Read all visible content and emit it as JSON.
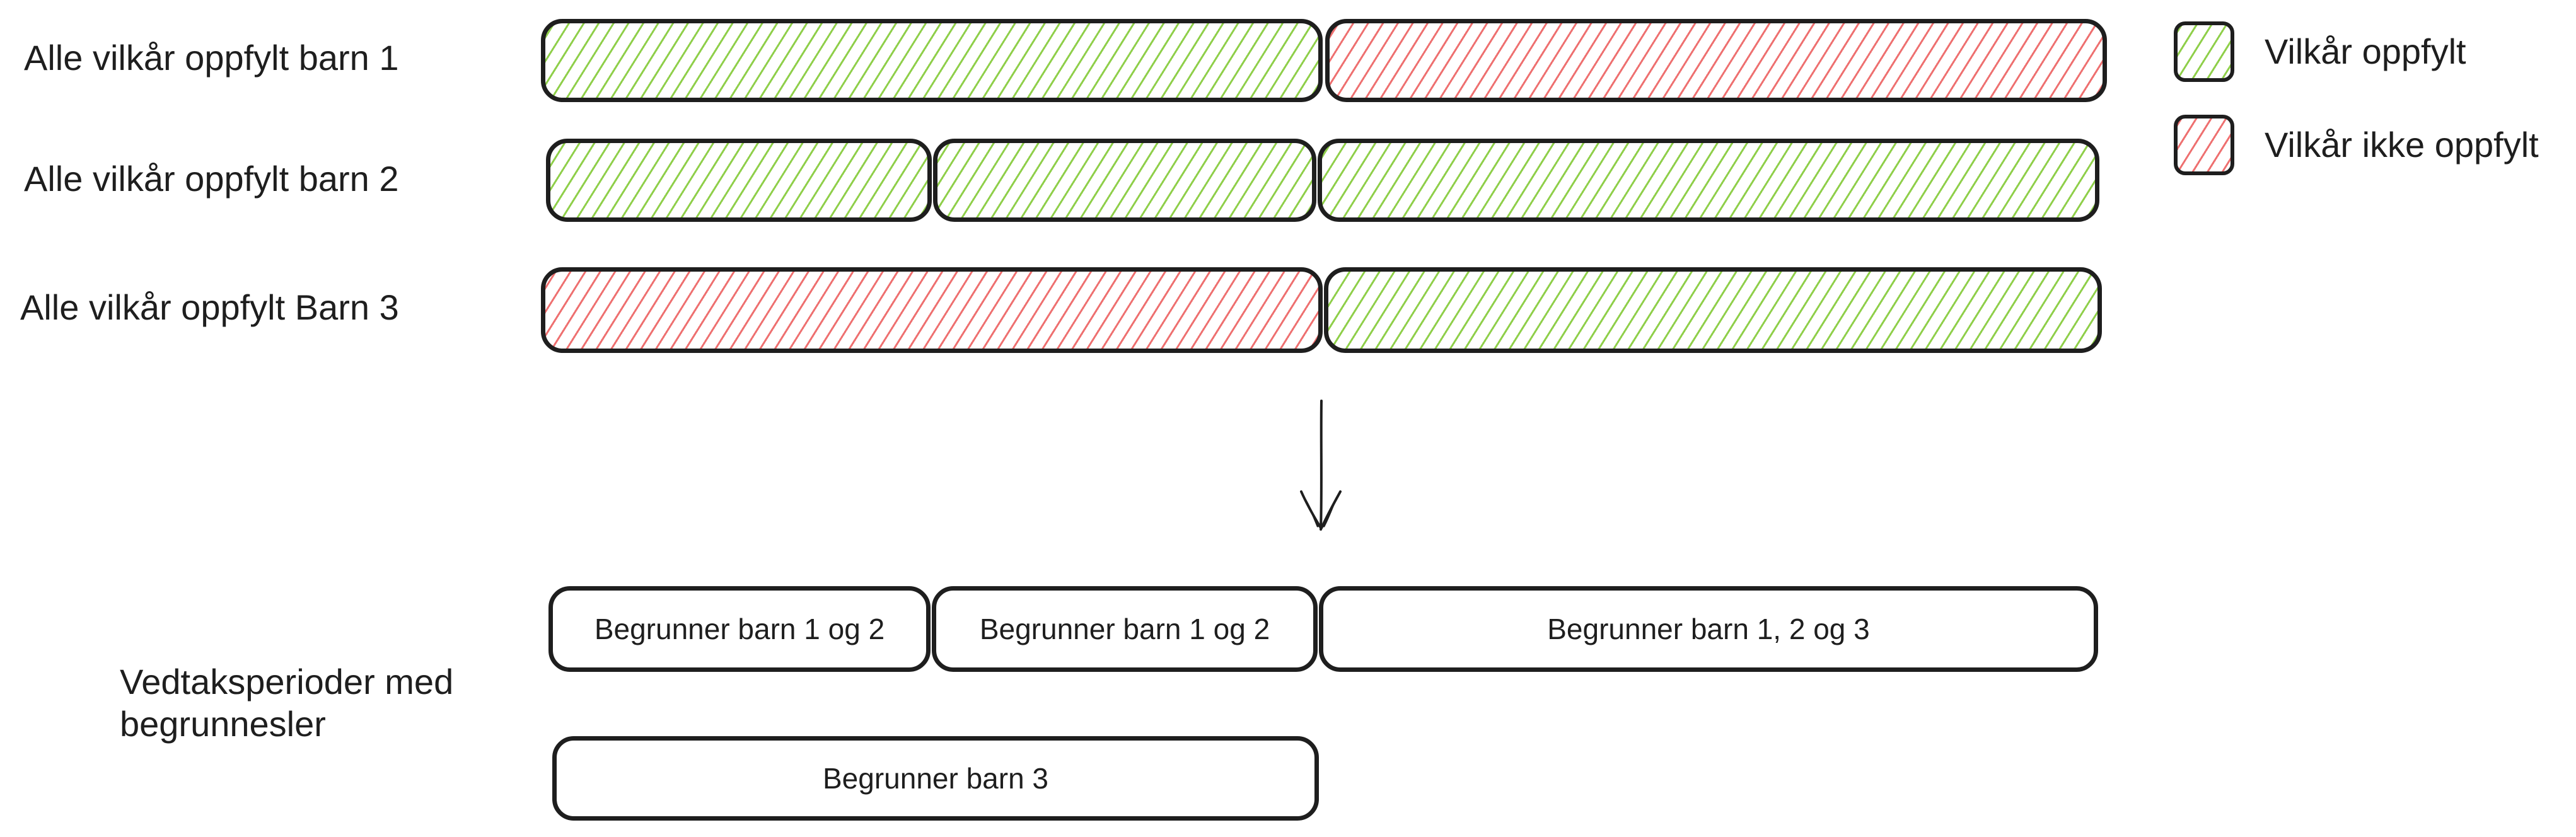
{
  "rows": [
    {
      "label": "Alle vilkår oppfylt barn 1",
      "segments": [
        "green",
        "red"
      ]
    },
    {
      "label": "Alle vilkår oppfylt barn 2",
      "segments": [
        "green",
        "green",
        "green"
      ]
    },
    {
      "label": "Alle vilkår oppfylt Barn 3",
      "segments": [
        "red",
        "green"
      ]
    }
  ],
  "legend": {
    "fulfilled": "Vilkår oppfylt",
    "not_fulfilled": "Vilkår ikke oppfylt"
  },
  "result": {
    "label": "Vedtaksperioder med begrunnesler",
    "row1": [
      "Begrunner barn 1 og 2",
      "Begrunner barn 1 og 2",
      "Begrunner barn 1, 2 og 3"
    ],
    "row2": [
      "Begrunner barn 3"
    ]
  },
  "colors": {
    "fulfilled": "#8fcf4a",
    "not_fulfilled": "#ee7070",
    "stroke": "#1e1e1e"
  }
}
